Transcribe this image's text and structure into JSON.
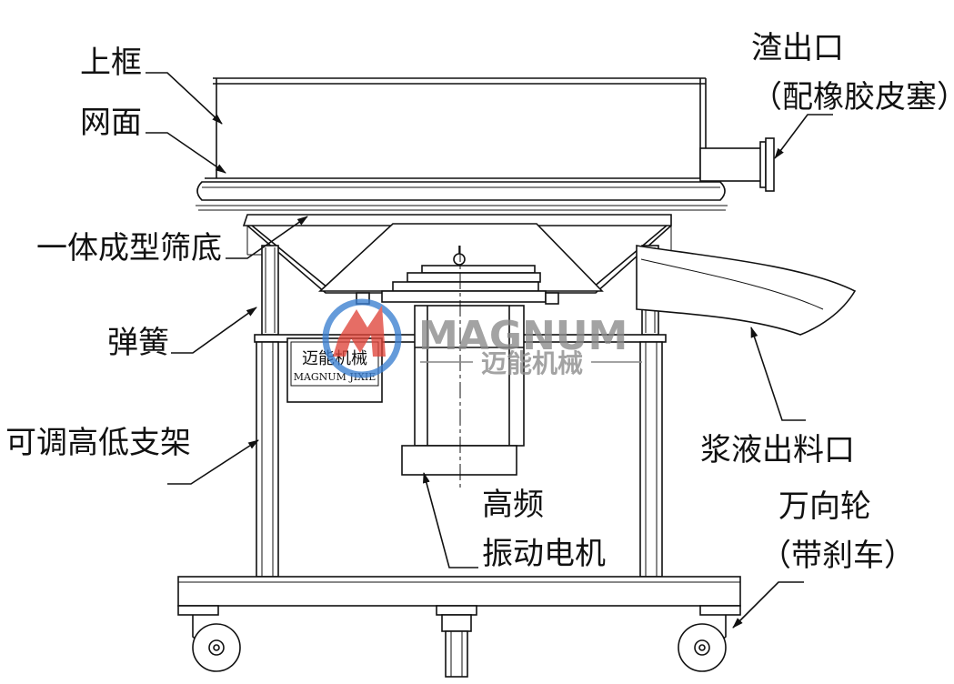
{
  "labels": {
    "upper_frame": "上框",
    "screen_mesh": "网面",
    "slag_outlet": "渣出口",
    "slag_outlet_note": "（配橡胶皮塞）",
    "integral_bottom": "一体成型筛底",
    "spring": "弹簧",
    "adjustable_stand": "可调高低支架",
    "slurry_outlet": "浆液出料口",
    "motor_line1": "高频",
    "motor_line2": "振动电机",
    "caster_line1": "万向轮",
    "caster_line2": "（带刹车）"
  },
  "nameplate": {
    "cn": "迈能机械",
    "en": "MAGNUM JIXIE"
  },
  "watermark": {
    "brand": "MAGNUM",
    "cn": "迈能机械"
  },
  "colors": {
    "line": "#111111",
    "watermark_red": "#e0453a",
    "watermark_blue": "#3a7fd0",
    "watermark_grey": "#8a8a8a"
  }
}
